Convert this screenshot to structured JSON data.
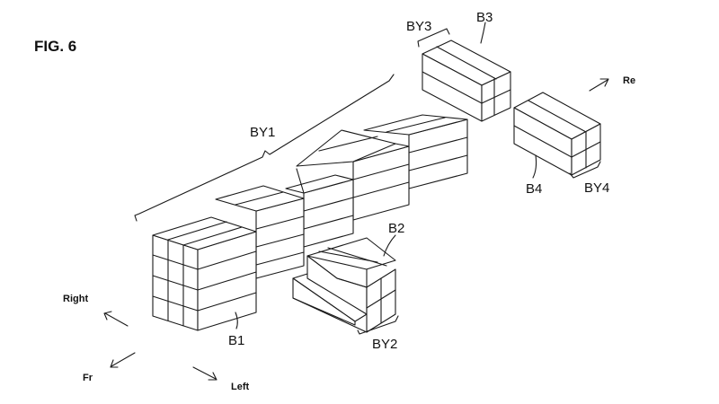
{
  "figure": {
    "title": "FIG. 6",
    "labels": {
      "by1": "BY1",
      "by2": "BY2",
      "by3": "BY3",
      "by4": "BY4",
      "b1": "B1",
      "b2": "B2",
      "b3": "B3",
      "b4": "B4"
    },
    "directions": {
      "right": "Right",
      "left": "Left",
      "front": "Fr",
      "rear": "Re"
    }
  }
}
